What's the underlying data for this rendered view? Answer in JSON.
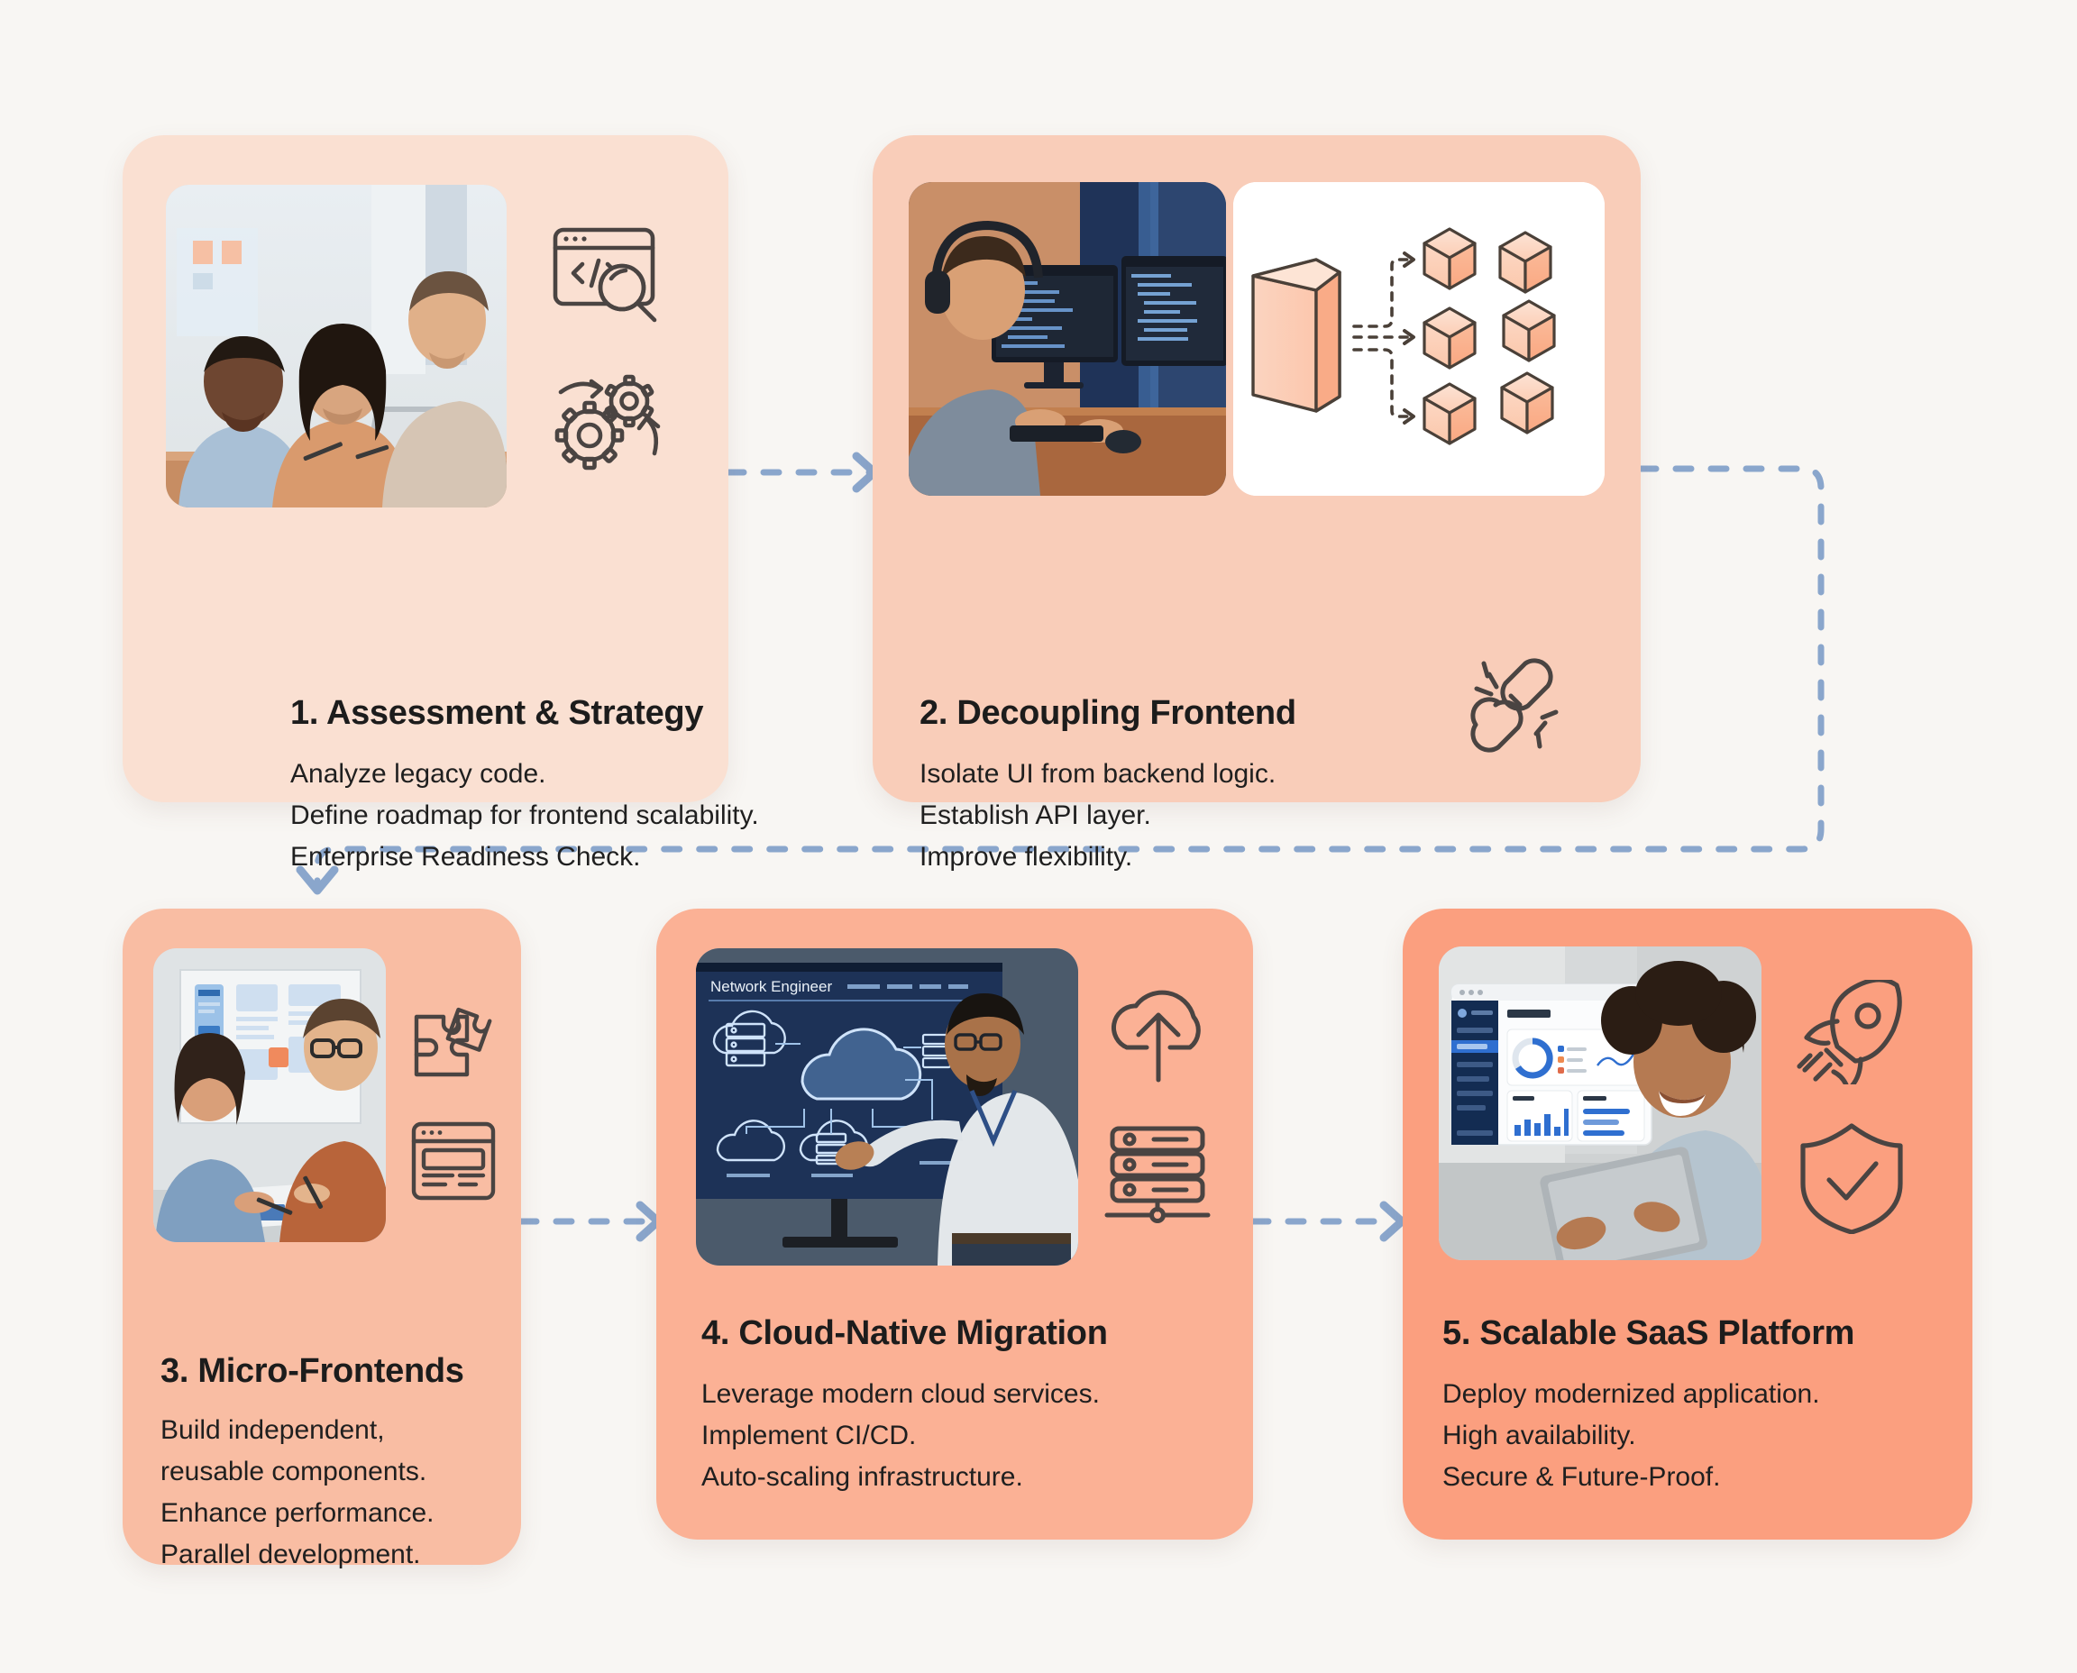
{
  "page": {
    "background_color": "#f8f6f3",
    "theme": "frontend modernization roadmap infographic",
    "accent_colors": {
      "card_1": "#fae0d2",
      "card_2": "#f9cdb9",
      "card_3": "#f9bda3",
      "card_4": "#fbb195",
      "card_5": "#fb9f7f",
      "connector": "#8aa6cc",
      "ink": "#474240",
      "text": "#1c1c1c"
    }
  },
  "cards": [
    {
      "id": "assessment-strategy",
      "title": "1. Assessment & Strategy",
      "lines": [
        "Analyze legacy code.",
        "Define roadmap for frontend scalability.",
        "Enterprise Readiness Check."
      ],
      "photo_alt": "Three colleagues collaborating at a desk around a laptop",
      "icons": [
        "code-window-search-icon",
        "gears-rotation-icon"
      ]
    },
    {
      "id": "decoupling-frontend",
      "title": "2. Decoupling Frontend",
      "lines": [
        "Isolate UI from backend logic.",
        "Establish API layer.",
        "Improve flexibility."
      ],
      "photo_alt": "Developer wearing headphones coding at dual monitors",
      "diagram_alt": "Monolith block with dashed arrows splitting into six cubes",
      "icons": [
        "broken-chain-icon"
      ]
    },
    {
      "id": "micro-frontends",
      "title": "3. Micro-Frontends",
      "lines": [
        "Build independent,",
        "reusable components.",
        "Enhance performance.",
        "Parallel development."
      ],
      "photo_alt": "Two designers reviewing UI wireframes on a whiteboard",
      "icons": [
        "puzzle-pieces-icon",
        "wireframe-window-icon"
      ]
    },
    {
      "id": "cloud-native-migration",
      "title": "4. Cloud-Native Migration",
      "lines": [
        "Leverage modern cloud services.",
        "Implement CI/CD.",
        "Auto-scaling infrastructure."
      ],
      "photo_alt": "Network engineer pointing at a cloud architecture diagram on a large screen",
      "photo_screen_label": "Network Engineer",
      "icons": [
        "cloud-upload-icon",
        "server-stack-icon"
      ]
    },
    {
      "id": "scalable-saas-platform",
      "title": "5. Scalable SaaS Platform",
      "lines": [
        "Deploy modernized application.",
        "High availability.",
        "Secure & Future-Proof."
      ],
      "photo_alt": "Smiling professional using a tablet with an analytics dashboard overlay",
      "icons": [
        "rocket-icon",
        "shield-check-icon"
      ]
    }
  ],
  "connectors": [
    {
      "id": "c1-to-c2",
      "from": "assessment-strategy",
      "to": "decoupling-frontend",
      "direction": "right"
    },
    {
      "id": "c2-to-c3",
      "from": "decoupling-frontend",
      "to": "micro-frontends",
      "direction": "wrap-down-left"
    },
    {
      "id": "c3-to-c4",
      "from": "micro-frontends",
      "to": "cloud-native-migration",
      "direction": "right"
    },
    {
      "id": "c4-to-c5",
      "from": "cloud-native-migration",
      "to": "scalable-saas-platform",
      "direction": "right"
    }
  ]
}
